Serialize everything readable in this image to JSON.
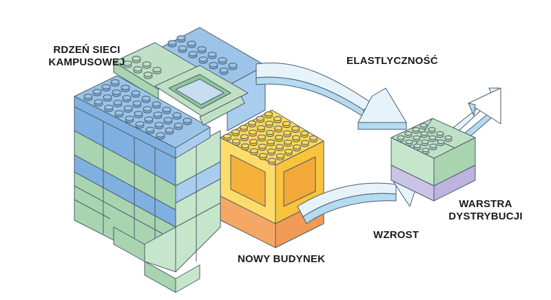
{
  "labels": {
    "campus_core": "RDZEŃ SIECI\nKAMPUSOWEJ",
    "campus_core_line1": "RDZEŃ SIECI",
    "campus_core_line2": "KAMPUSOWEJ",
    "elasticity": "ELASTLYCZNOŚĆ",
    "new_building": "NOWY BUDYNEK",
    "growth": "WZROST",
    "distribution_line1": "WARSTRA",
    "distribution_line2": "DYSTRYBUCJI"
  },
  "colors": {
    "blue_top": "#9cc4e8",
    "blue_left": "#7fb0e0",
    "blue_right": "#a9cdee",
    "green_top": "#bfe0c4",
    "green_left": "#a8d4b0",
    "green_right": "#c6e6cc",
    "yellow_top": "#fcd95a",
    "yellow_left": "#f9c43c",
    "yellow_right": "#fddc6a",
    "orange": "#f5a765",
    "orange_dark": "#f09a55",
    "lavender": "#cbc3e6",
    "arrow_face": "#e6f3fa",
    "arrow_side": "#b4dbef",
    "outline": "#4a5a6a",
    "text": "#1a1a1a"
  }
}
